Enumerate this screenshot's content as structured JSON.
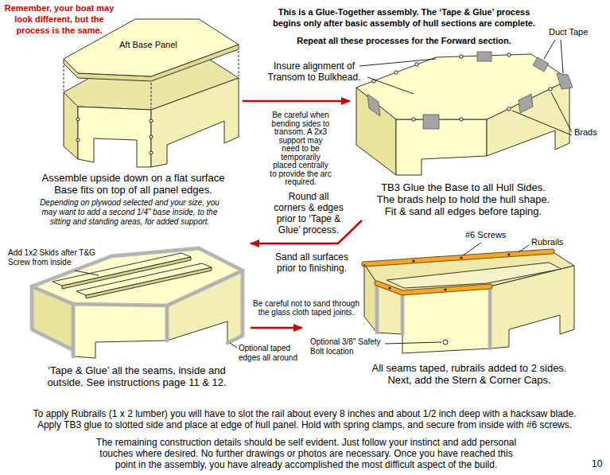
{
  "diagram": {
    "title": "This is a Glue-Together assembly. The ‘Tape & Glue’ process begins only after basic assembly of hull sections are complete.",
    "nodes": [
      {
        "text": [
          "Assemble upside down on a flat surface Base fits on top of all panel edges."
        ]
      },
      {
        "text": [
          "TB3 Glue the Base to all Hull Sides. The brads help to hold the hull shape. Fit & sand all edges before taping."
        ]
      },
      {
        "text": [
          "‘Tape & Glue’ all the seams, inside and outside. See instructions page 11 & 12."
        ]
      },
      {
        "text": [
          "All seams taped, rubrails added to 2 sides. Next, add the Stern & Corner Caps."
        ]
      }
    ],
    "edges": [
      {
        "from": 0,
        "to": 1,
        "arrow": "to"
      },
      {
        "from": 1,
        "to": 2,
        "arrow": "to"
      },
      {
        "from": 2,
        "to": 3,
        "arrow": "to"
      }
    ],
    "labels": [
      "Remember, your boat may look different, but the process is the same.",
      "Repeat all these processes for the Forward section.",
      "Aft Base Panel",
      "Insure alignment of Transom to Bulkhead.",
      "Duct Tape",
      "Be careful when bending sides to transom. A 2x3 support may need to be temporarily placed centrally to provide the arc required.",
      "Brads",
      "Depending on plywood selected and your size, you may want to add a second 1/4\" base inside, to the sitting and standing areas, for added support.",
      "Round all corners & edges prior to ‘Tape & Glue’ process.",
      "Add 1x2 Skids after T&G Screw from inside",
      "Sand all surfaces prior to finishing.",
      "#6 Screws",
      "Rubrails",
      "Be careful not to sand through the glass cloth taped joints.",
      "Optional taped edges all around",
      "Optional 3/8\" Safety Bolt location",
      "To apply Rubrails (1 x 2 lumber) you will have to slot the rail about every 8 inches and about 1/2 inch deep with a hacksaw blade. Apply TB3 glue to slotted side and place at edge of hull panel. Hold with spring clamps, and secure from inside with #6 screws.",
      "The remaining construction details should be self evident. Just follow your instinct and add personal touches where desired. No further drawings or photos are necessary. Once you have reached this point in the assembly, you have already accomplished the most difficult aspect of the build.",
      "10"
    ]
  }
}
